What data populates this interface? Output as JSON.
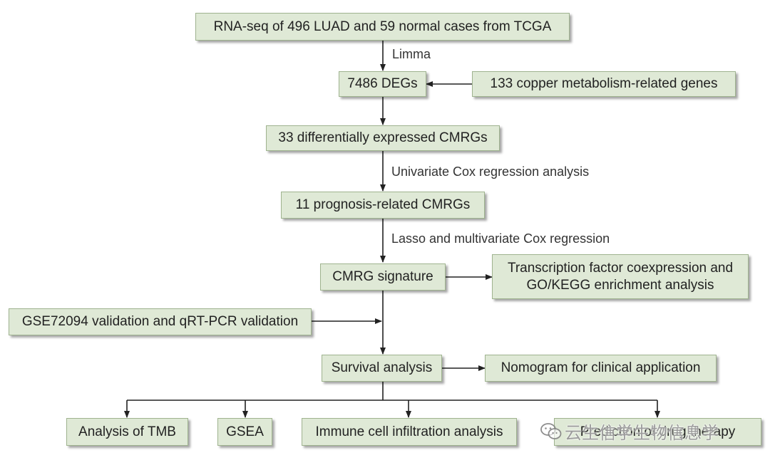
{
  "nodes": {
    "rnaseq": "RNA-seq of 496 LUAD and 59 normal cases from TCGA",
    "degs": "7486 DEGs",
    "copper_genes": "133 copper metabolism-related genes",
    "de_cmrgs": "33 differentially expressed CMRGs",
    "prog_cmrgs": "11 prognosis-related CMRGs",
    "signature": "CMRG signature",
    "tf_line1": "Transcription factor coexpression and",
    "tf_line2": "GO/KEGG enrichment analysis",
    "validation": "GSE72094 validation and qRT-PCR validation",
    "survival": "Survival analysis",
    "nomogram": "Nomogram for clinical application",
    "tmb": "Analysis of TMB",
    "gsea": "GSEA",
    "immune": "Immune cell infiltration analysis",
    "drug": "Prediction of drug therapy"
  },
  "edge_labels": {
    "limma": "Limma",
    "univariate": "Univariate Cox regression analysis",
    "lasso": "Lasso and multivariate Cox regression"
  },
  "watermark": {
    "text": "云生信学生物信息学",
    "icon": "wechat-icon"
  },
  "colors": {
    "box_fill": "#dfe9d6",
    "box_border": "#9fb38f",
    "arrow": "#222222"
  }
}
